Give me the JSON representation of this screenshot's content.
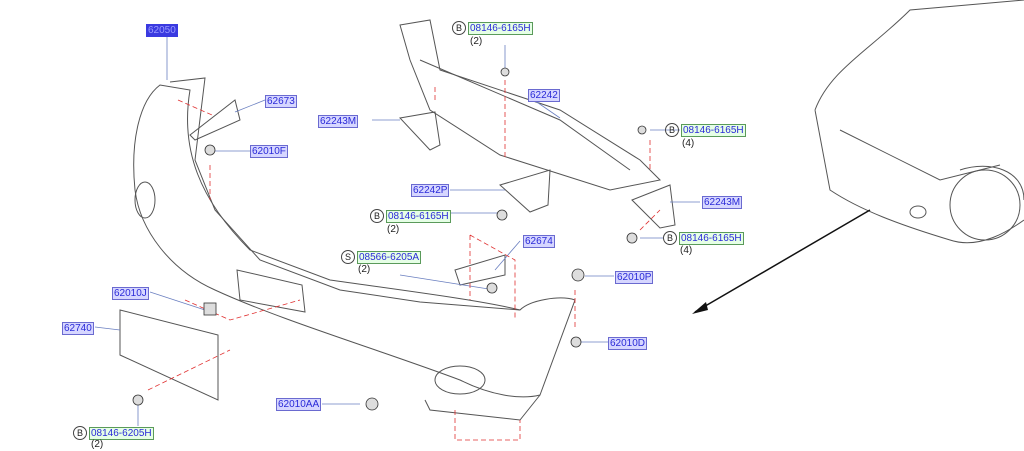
{
  "parts": {
    "p62050": "62050",
    "p62673": "62673",
    "p62010F": "62010F",
    "p62243M_left": "62243M",
    "p62242": "62242",
    "p62242P": "62242P",
    "p62243M_right": "62243M",
    "p62674": "62674",
    "p62010P": "62010P",
    "p62010J": "62010J",
    "p62740": "62740",
    "p62010D": "62010D",
    "p62010AA": "62010AA"
  },
  "fasteners": [
    {
      "type": "B",
      "code": "08146-6165H",
      "qty": "(2)"
    },
    {
      "type": "B",
      "code": "08146-6165H",
      "qty": "(4)"
    },
    {
      "type": "B",
      "code": "08146-6165H",
      "qty": "(2)"
    },
    {
      "type": "B",
      "code": "08146-6165H",
      "qty": "(4)"
    },
    {
      "type": "S",
      "code": "08566-6205A",
      "qty": "(2)"
    },
    {
      "type": "B",
      "code": "08146-6205H",
      "qty": "(2)"
    }
  ],
  "colors": {
    "label_bg": "#d6d6ff",
    "label_text": "#2a2ad8",
    "selected_bg": "#3a3ae0",
    "dash": "#e03030"
  }
}
